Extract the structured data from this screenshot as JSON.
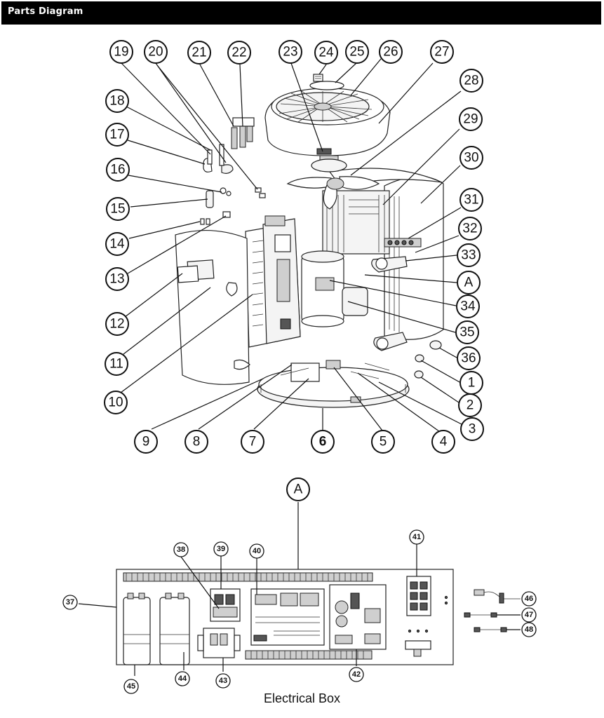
{
  "header": {
    "title": "Parts Diagram"
  },
  "callouts": {
    "c1": "1",
    "c2": "2",
    "c3": "3",
    "c4": "4",
    "c5": "5",
    "c6": "6",
    "c7": "7",
    "c8": "8",
    "c9": "9",
    "c10": "10",
    "c11": "11",
    "c12": "12",
    "c13": "13",
    "c14": "14",
    "c15": "15",
    "c16": "16",
    "c17": "17",
    "c18": "18",
    "c19": "19",
    "c20": "20",
    "c21": "21",
    "c22": "22",
    "c23": "23",
    "c24": "24",
    "c25": "25",
    "c26": "26",
    "c27": "27",
    "c28": "28",
    "c29": "29",
    "c30": "30",
    "c31": "31",
    "c32": "32",
    "c33": "33",
    "cA": "A",
    "c34": "34",
    "c35": "35",
    "c36": "36",
    "cA2": "A",
    "c37": "37",
    "c38": "38",
    "c39": "39",
    "c40": "40",
    "c41": "41",
    "c42": "42",
    "c43": "43",
    "c44": "44",
    "c45": "45",
    "c46": "46",
    "c47": "47",
    "c48": "48"
  },
  "caption": "Electrical Box"
}
